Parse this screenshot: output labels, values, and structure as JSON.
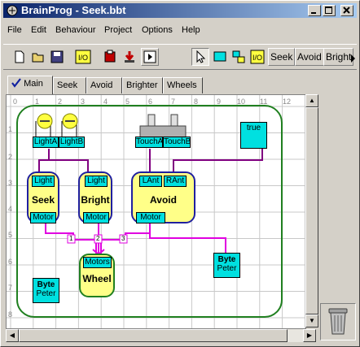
{
  "window": {
    "title": "BrainProg - Seek.bbt"
  },
  "menu": [
    "File",
    "Edit",
    "Behaviour",
    "Project",
    "Options",
    "Help"
  ],
  "toolbar": {
    "io_label": "I/O",
    "seek_label": "Seek",
    "avoid_label": "Avoid",
    "bright_label": "Bright"
  },
  "tabs": [
    "Main",
    "Seek",
    "Avoid",
    "Brighter",
    "Wheels"
  ],
  "grid": {
    "cols": [
      "0",
      "1",
      "2",
      "3",
      "4",
      "5",
      "6",
      "7",
      "8",
      "9",
      "10",
      "11",
      "12"
    ],
    "rows": [
      "1",
      "2",
      "3",
      "4",
      "5",
      "6",
      "7",
      "8"
    ]
  },
  "sensors": {
    "light_a": "LightA",
    "light_b": "LightB",
    "touch_a": "TouchA",
    "touch_b": "TouchB",
    "true_label": "true"
  },
  "modules": {
    "seek": {
      "name": "Seek",
      "in": "Light",
      "out": "Motor"
    },
    "bright": {
      "name": "Bright",
      "in": "Light",
      "out": "Motor"
    },
    "avoid": {
      "name": "Avoid",
      "in_left": "LAnt",
      "in_right": "RAnt",
      "out": "Motor"
    },
    "wheel": {
      "name": "Wheel",
      "in": "Motors"
    }
  },
  "priorities": [
    "1",
    "2",
    "3"
  ],
  "bytes": {
    "right": {
      "title": "Byte",
      "value": "Peter"
    },
    "left": {
      "title": "Byte",
      "value": "Peter"
    }
  },
  "colors": {
    "wire_purple": "#800080",
    "wire_magenta": "#e000e0",
    "module_fill": "#ffff88",
    "port_fill": "#00e0e0",
    "frame_green": "#208020"
  }
}
